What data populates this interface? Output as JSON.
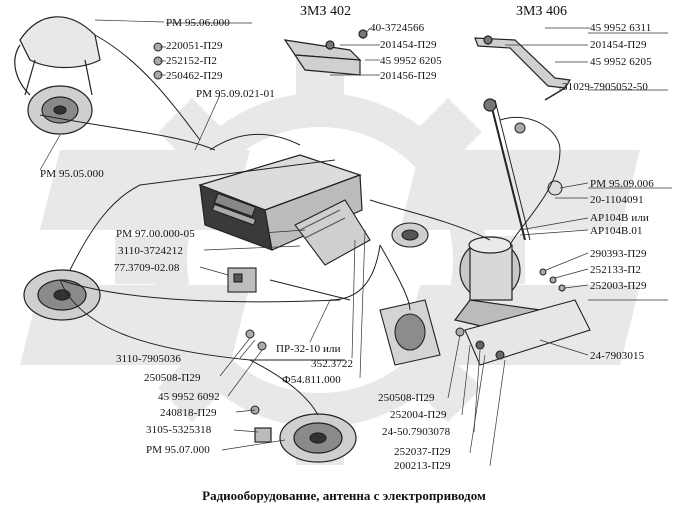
{
  "caption": "Радиооборудование, антенна с электроприводом",
  "headers": {
    "zmz402": "ЗМЗ 402",
    "zmz406": "ЗМЗ 406"
  },
  "watermark": "ОМ",
  "labels": {
    "pm95_06_000": "PM 95.06.000",
    "p220051": "220051-П29",
    "p252152": "252152-П2",
    "p250462": "250462-П29",
    "pm95_09_021": "PM 95.09.021-01",
    "pm95_05_000": "PM 95.05.000",
    "p40_3724566": "40-3724566",
    "p201454_a": "201454-П29",
    "p45_9952_6205_a": "45 9952 6205",
    "p201456": "201456-П29",
    "p45_9952_6311": "45 9952 6311",
    "p201454_b": "201454-П29",
    "p45_9952_6205_b": "45 9952 6205",
    "p31029": "31029-7905052-50",
    "pm95_09_006": "PM 95.09.006",
    "p20_1104091": "20-1104091",
    "ap104b": "AP104B или",
    "ap104b01": "AP104B.01",
    "p290393": "290393-П29",
    "p252133": "252133-П2",
    "p252003": "252003-П29",
    "pm97_00_000": "PM 97.00.000-05",
    "p3110_3724212": "3110-3724212",
    "p77_3709": "77.3709-02.08",
    "p24_7903015": "24-7903015",
    "pr32": "ПР-32-10 или",
    "p352_3722": "352.3722",
    "f54": "Ф54.811.000",
    "p3110_7905036": "3110-7905036",
    "p250508_a": "250508-П29",
    "p45_9952_6092": "45 9952 6092",
    "p240818": "240818-П29",
    "p3105_5325318": "3105-5325318",
    "pm95_07_000": "PM 95.07.000",
    "p250508_b": "250508-П29",
    "p252004": "252004-П29",
    "p24_50_7903078": "24-50.7903078",
    "p252037": "252037-П29",
    "p200213": "200213-П29"
  }
}
